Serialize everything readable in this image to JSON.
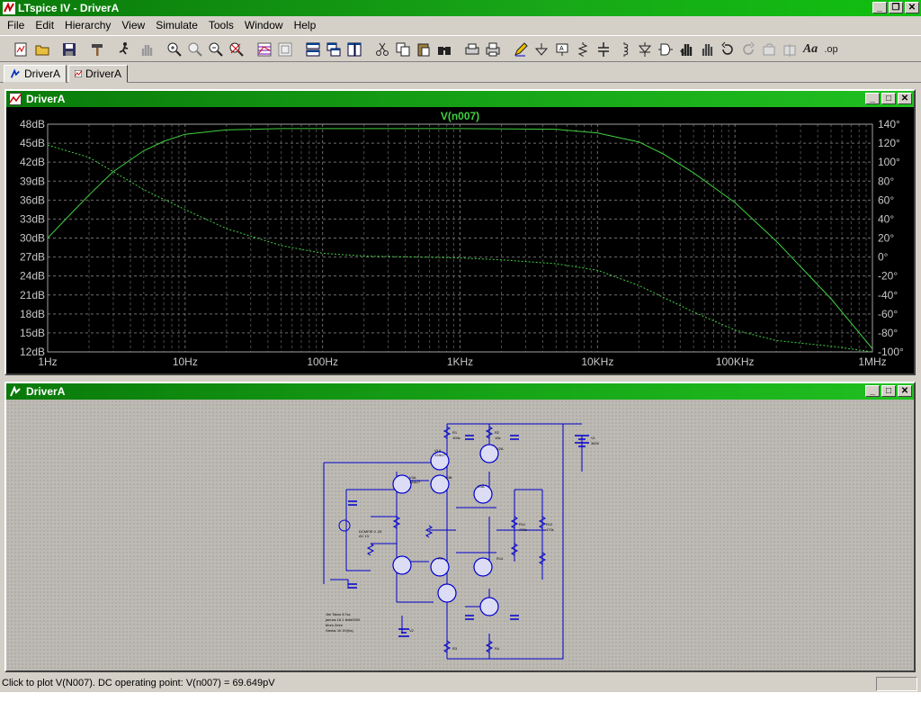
{
  "window": {
    "title": "LTspice IV - DriverA"
  },
  "menu": [
    "File",
    "Edit",
    "Hierarchy",
    "View",
    "Simulate",
    "Tools",
    "Window",
    "Help"
  ],
  "toolbar": {
    "buttons": [
      "new-schematic",
      "open",
      "save",
      "control-panel",
      "run",
      "halt",
      "zoom-in",
      "pan",
      "zoom-out",
      "zoom-fit",
      "autorange",
      "zoom-extents",
      "tile-horizontal",
      "cascade",
      "tile-vertical",
      "cut",
      "copy",
      "paste",
      "find",
      "print-preview",
      "print",
      "draw-wire",
      "ground",
      "label-net",
      "resistor",
      "capacitor",
      "inductor",
      "diode",
      "component",
      "move",
      "drag",
      "undo",
      "redo",
      "rotate",
      "mirror",
      "text",
      "spice-directive"
    ],
    "text_label": "Aa",
    "spice_label": ".op"
  },
  "tabs": [
    {
      "label": "DriverA",
      "type": "schematic",
      "active": true
    },
    {
      "label": "DriverA",
      "type": "waveform",
      "active": false
    }
  ],
  "plot_window": {
    "title": "DriverA",
    "trace_name": "V(n007)",
    "trace_color": "#40d040",
    "background": "#000000"
  },
  "schematic_window": {
    "title": "DriverA",
    "wire_color": "#0000cc"
  },
  "chart_data": {
    "type": "line",
    "title": "V(n007)",
    "x_scale": "log",
    "xlim": [
      1,
      1000000
    ],
    "x_ticks": [
      "1Hz",
      "10Hz",
      "100Hz",
      "1KHz",
      "10KHz",
      "100KHz",
      "1MHz"
    ],
    "y_left_ticks": [
      "48dB",
      "45dB",
      "42dB",
      "39dB",
      "36dB",
      "33dB",
      "30dB",
      "27dB",
      "24dB",
      "21dB",
      "18dB",
      "15dB",
      "12dB"
    ],
    "y_left_lim": [
      12,
      48
    ],
    "y_right_ticks": [
      "140°",
      "120°",
      "100°",
      "80°",
      "60°",
      "40°",
      "20°",
      "0°",
      "-20°",
      "-40°",
      "-60°",
      "-80°",
      "-100°"
    ],
    "y_right_lim": [
      -100,
      140
    ],
    "grid": true,
    "series": [
      {
        "name": "magnitude",
        "style": "solid",
        "x": [
          1,
          1.5,
          2,
          3,
          5,
          7,
          10,
          20,
          50,
          100,
          1000,
          5000,
          10000,
          20000,
          30000,
          50000,
          100000,
          200000,
          500000,
          1000000
        ],
        "y": [
          30,
          34,
          36.8,
          40.5,
          43.8,
          45.3,
          46.4,
          47.1,
          47.3,
          47.3,
          47.3,
          47.2,
          46.6,
          45.2,
          43.3,
          40.3,
          35.6,
          29.5,
          20.4,
          12.5
        ]
      },
      {
        "name": "phase",
        "style": "dashed",
        "x": [
          1,
          2,
          3,
          5,
          10,
          20,
          50,
          100,
          200,
          500,
          1000,
          2000,
          5000,
          10000,
          20000,
          50000,
          100000,
          200000,
          500000,
          1000000
        ],
        "y": [
          118,
          105,
          90,
          71,
          50,
          30,
          12,
          4,
          1,
          0,
          -1,
          -3,
          -7,
          -14,
          -30,
          -58,
          -77,
          -88,
          -94,
          -100
        ]
      }
    ]
  },
  "status": {
    "text": "Click to plot V(N007).  DC operating point: V(n007) = 69.649pV"
  }
}
